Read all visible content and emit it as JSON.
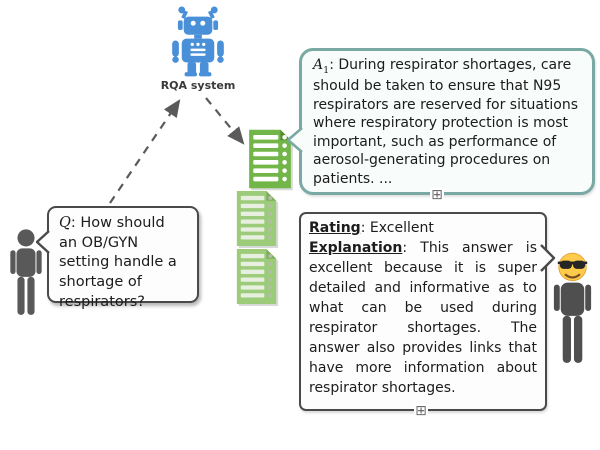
{
  "figure": {
    "label_rqa": "RQA system"
  },
  "question_bubble": {
    "prefix": "Q",
    "text": ": How should an OB/GYN setting handle a shortage of respirators?"
  },
  "answer_bubble": {
    "prefix": "A",
    "subscript": "1",
    "text": ":  During respirator shortages, care should be taken to ensure that N95 respirators are reserved for situations where respiratory protection is most important, such as performance of aerosol-generating procedures on patients. ..."
  },
  "review_bubble": {
    "rating_label": "Rating",
    "rating_rest": ": Excellent",
    "explanation_label": "Explanation",
    "explanation_rest": ": This answer is excellent because it is super detailed and informative as to what can be used during respirator shortages. The answer also provides links that have more information about respirator shortages."
  },
  "icons": {
    "robot": "robot-icon",
    "asker": "person-icon",
    "reviewer": "person-with-sunglasses-icon",
    "retrieved_documents": "document-list-icon",
    "expand_handle_glyph": "⊞"
  },
  "colors": {
    "robot_blue": "#4a90d8",
    "doc_green_bright": "#72b548",
    "doc_green_faded": "#9ccb79",
    "answer_border_teal": "#7aa8a2",
    "answer_fill_mint": "#f8fcfa",
    "bubble_border_gray": "#4a4a4a",
    "person_gray": "#595959",
    "arrow_gray": "#5a5a5a",
    "emoji_yellow": "#ffcb4c"
  }
}
